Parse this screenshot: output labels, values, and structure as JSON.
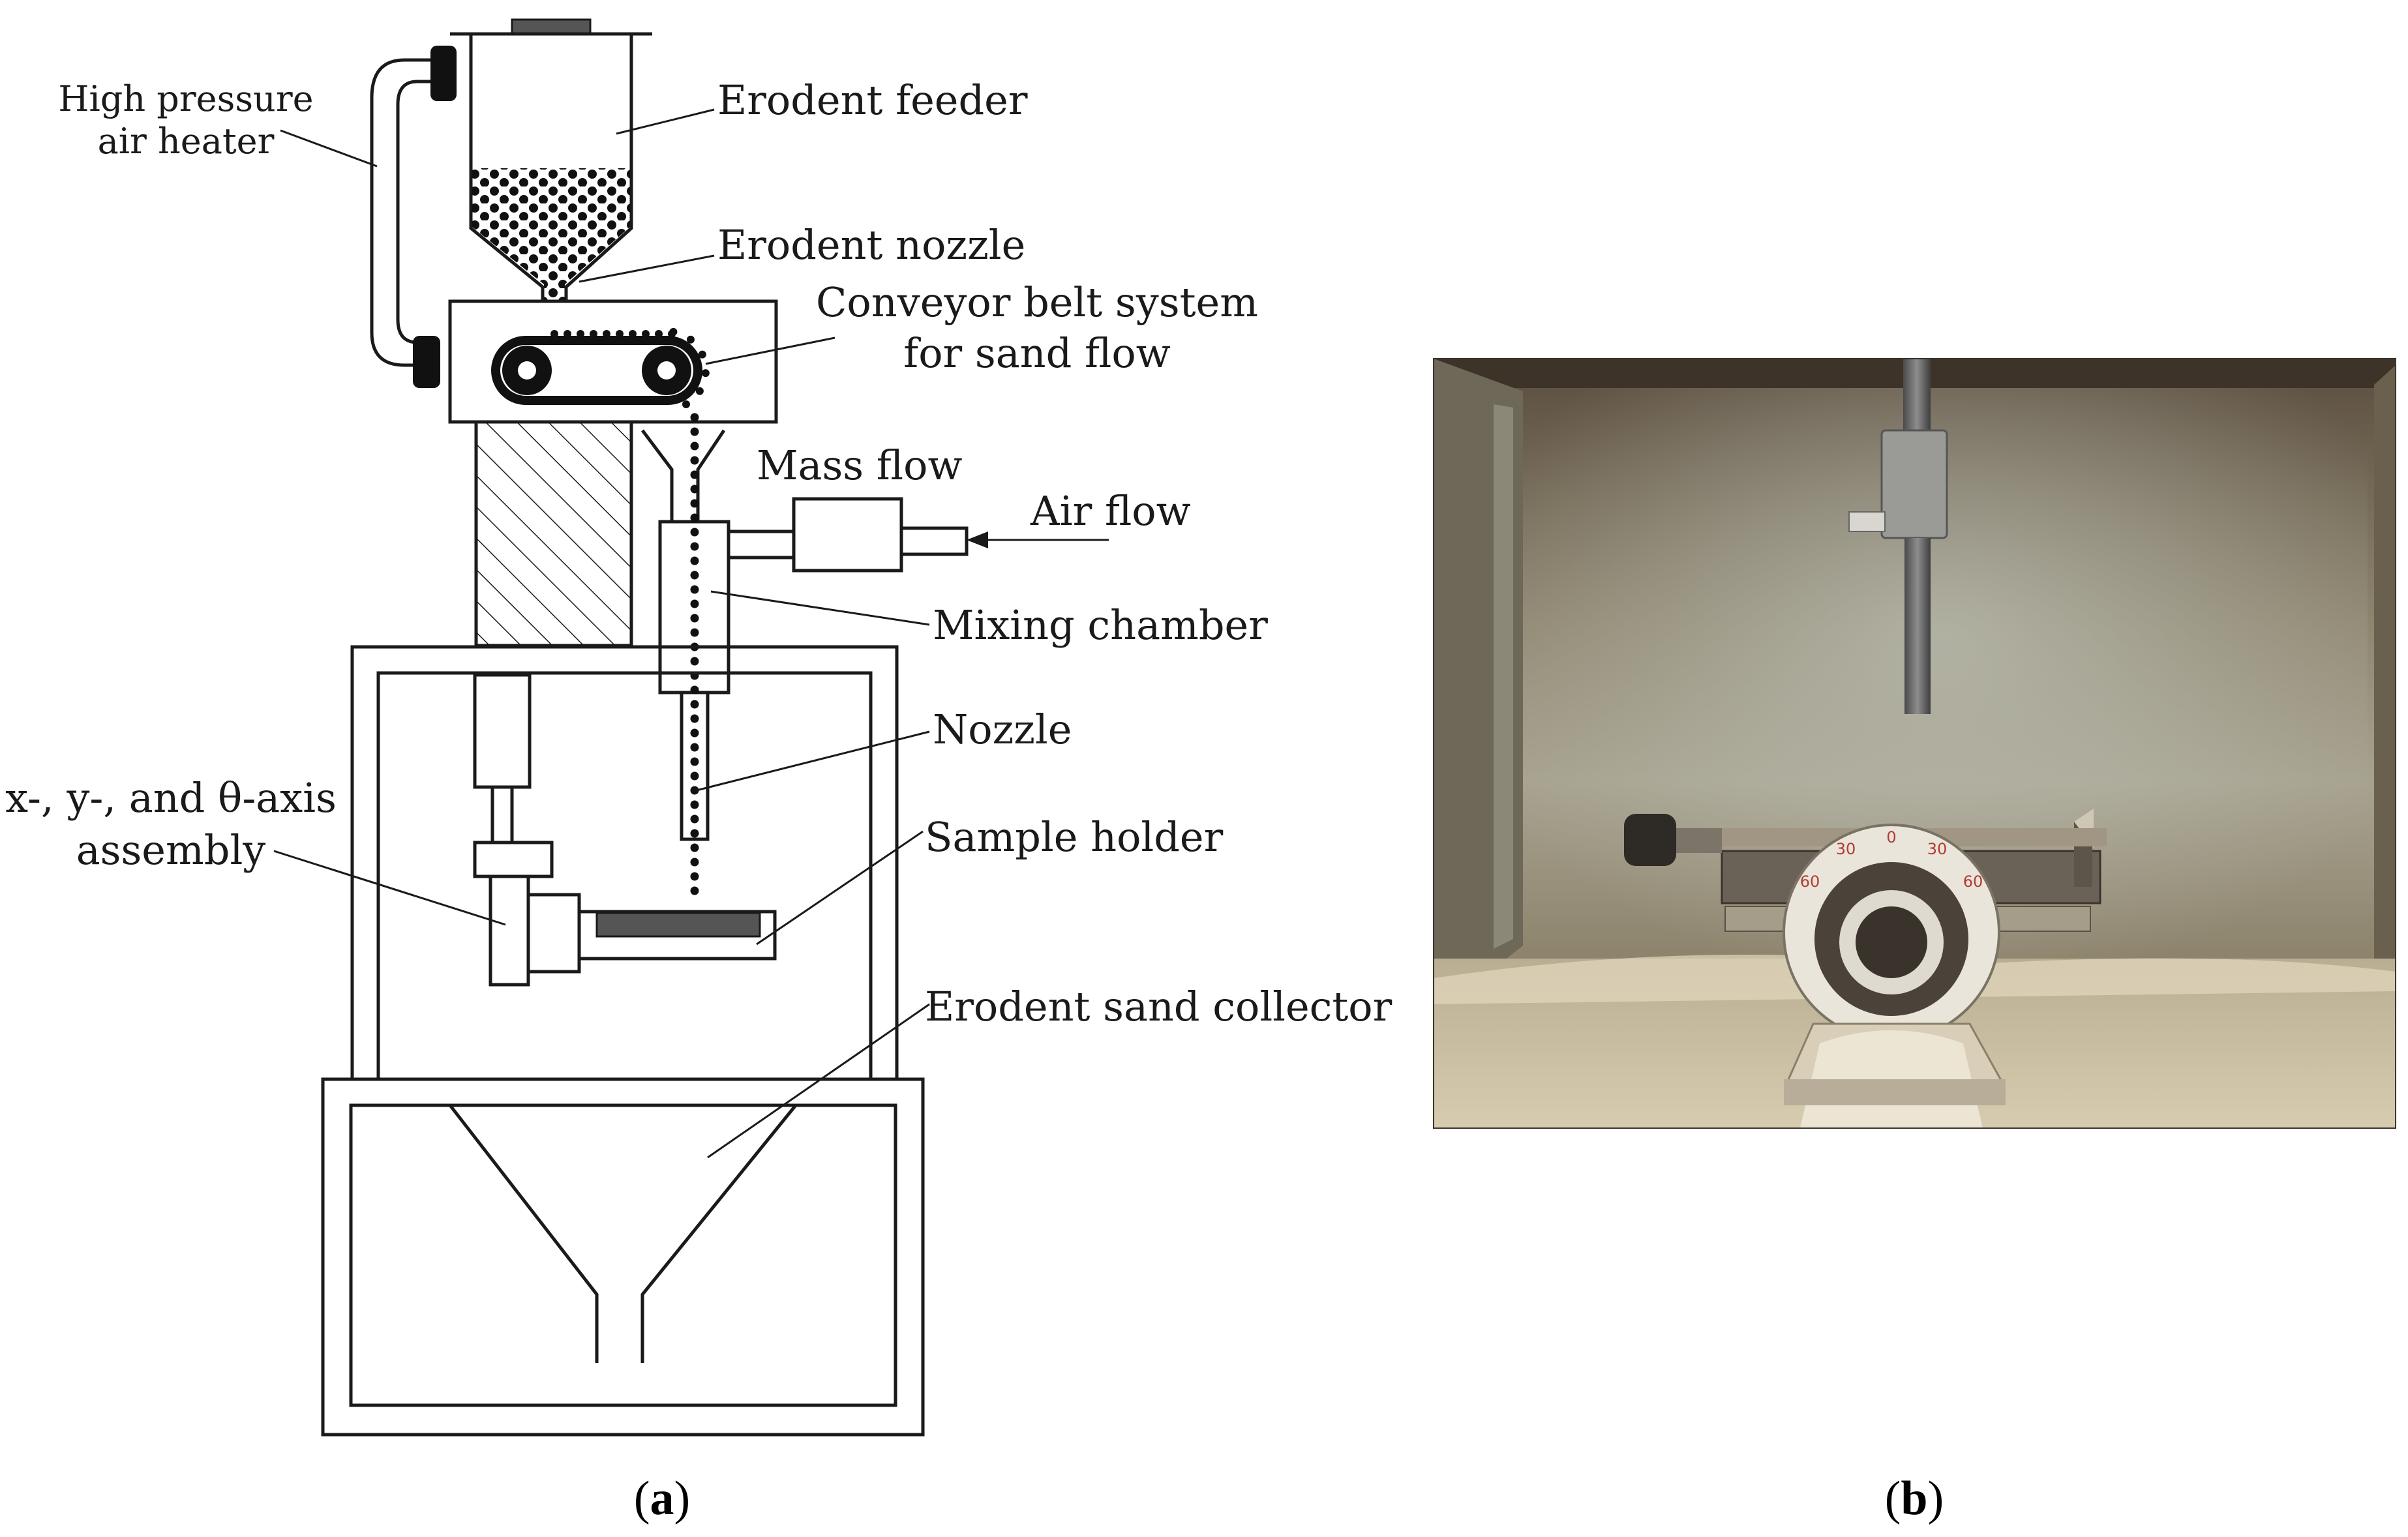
{
  "diagram_a": {
    "labels": {
      "high_pressure": "High pressure",
      "air_heater": "air heater",
      "erodent_feeder": "Erodent feeder",
      "erodent_nozzle": "Erodent nozzle",
      "conveyor_1": "Conveyor belt system",
      "conveyor_2": "for sand flow",
      "mass_flow": "Mass flow",
      "air_flow": "Air flow",
      "mixing_chamber": "Mixing chamber",
      "nozzle": "Nozzle",
      "axis_1": "x-, y-, and θ-axis",
      "axis_2": "assembly",
      "sample_holder": "Sample holder",
      "sand_collector": "Erodent sand collector"
    },
    "caption": {
      "open": "(",
      "letter": "a",
      "close": ")"
    }
  },
  "photo_b": {
    "dial_marks": [
      "60",
      "30",
      "0",
      "30",
      "60"
    ],
    "caption": {
      "open": "(",
      "letter": "b",
      "close": ")"
    }
  },
  "colors": {
    "line": "#1a1a1a",
    "photo_wall": "#8a7d68",
    "photo_floor": "#cfc2a6"
  }
}
